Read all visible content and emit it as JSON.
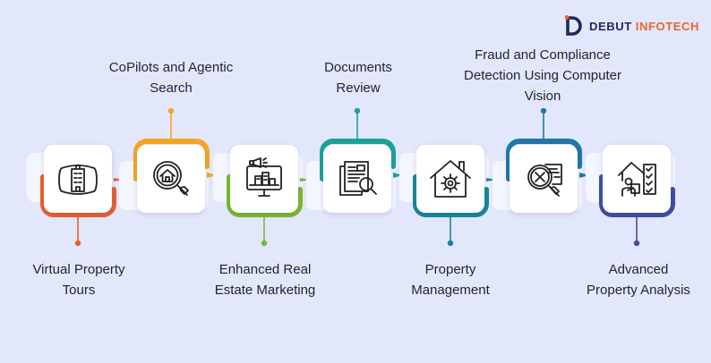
{
  "brand": {
    "name_part1": "DEBUT",
    "name_part2": "INFOTECH",
    "primary_color": "#1e2b57",
    "accent_color": "#e8672d",
    "icon": "debut-d-logo-icon"
  },
  "steps": [
    {
      "id": "virtual-property-tours",
      "label_lines": [
        "Virtual Property",
        "Tours"
      ],
      "position": "bottom",
      "color": "#e8602c",
      "icon": "virtual-tour-360-building-icon"
    },
    {
      "id": "copilots-agentic-search",
      "label_lines": [
        "CoPilots and Agentic",
        "Search"
      ],
      "position": "top",
      "color": "#f5a623",
      "icon": "house-search-magnifier-icon"
    },
    {
      "id": "enhanced-real-estate-marketing",
      "label_lines": [
        "Enhanced Real",
        "Estate Marketing"
      ],
      "position": "bottom",
      "color": "#7cb82f",
      "icon": "marketing-monitor-megaphone-icon"
    },
    {
      "id": "documents-review",
      "label_lines": [
        "Documents",
        "Review"
      ],
      "position": "top",
      "color": "#1aa39a",
      "icon": "documents-magnifier-icon"
    },
    {
      "id": "property-management",
      "label_lines": [
        "Property",
        "Management"
      ],
      "position": "bottom",
      "color": "#16879a",
      "icon": "house-gear-icon"
    },
    {
      "id": "fraud-compliance-detection",
      "label_lines": [
        "Fraud and Compliance",
        "Detection Using Computer",
        "Vision"
      ],
      "position": "top",
      "color": "#1f78a8",
      "icon": "fraud-detection-x-icon"
    },
    {
      "id": "advanced-property-analysis",
      "label_lines": [
        "Advanced",
        "Property Analysis"
      ],
      "position": "bottom",
      "color": "#3d4e9e",
      "icon": "property-analysis-checklist-icon"
    }
  ]
}
